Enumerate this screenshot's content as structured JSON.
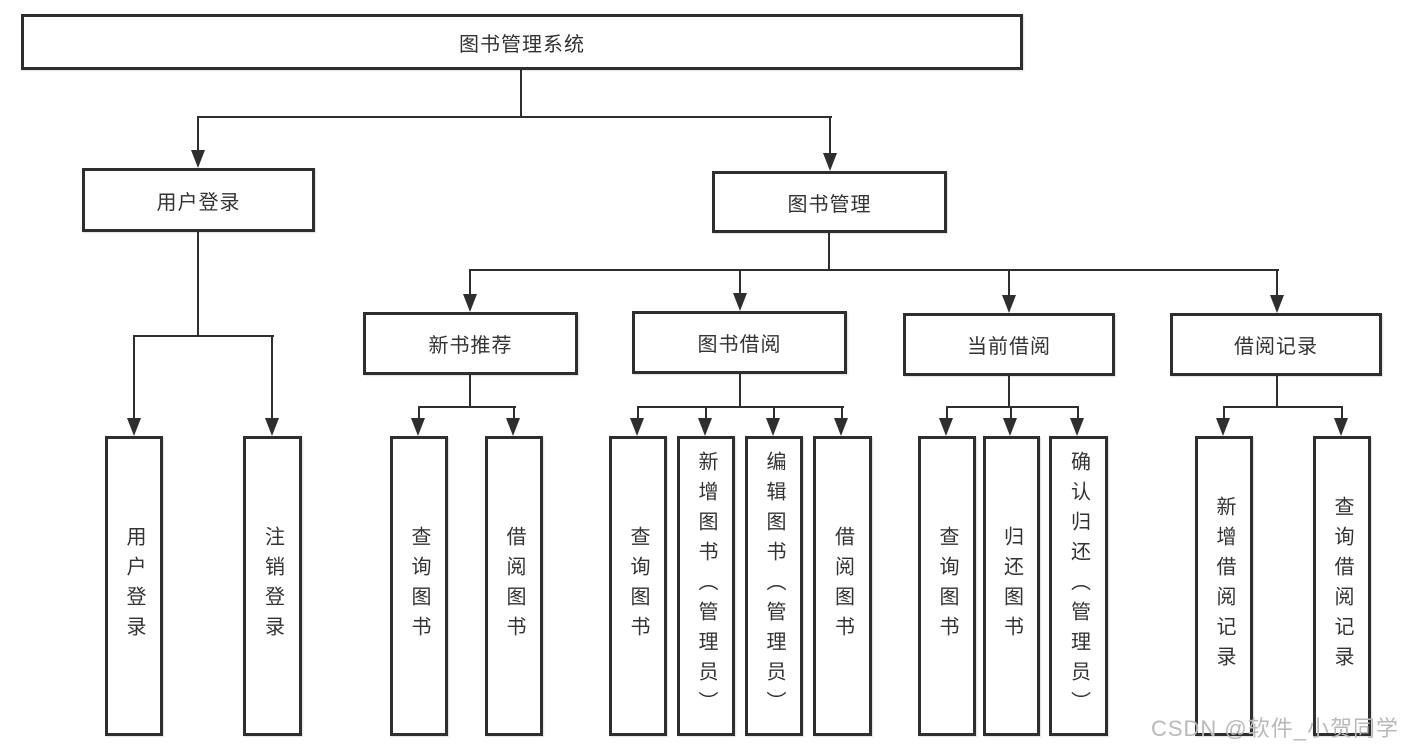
{
  "title": "图书管理系统",
  "nodes": {
    "root": "图书管理系统",
    "level2": {
      "user_login": "用户登录",
      "book_management": "图书管理"
    },
    "level3": {
      "new_book_recommend": "新书推荐",
      "book_borrowing": "图书借阅",
      "current_borrowing": "当前借阅",
      "borrowing_records": "借阅记录"
    },
    "leaves": {
      "user_login": "用户登录",
      "logout": "注销登录",
      "recommend_query_books": "查询图书",
      "recommend_borrow_books": "借阅图书",
      "borrowing_query_books": "查询图书",
      "borrowing_add_books_admin": "新增图书（管理员）",
      "borrowing_edit_books_admin": "编辑图书（管理员）",
      "borrowing_borrow_books": "借阅图书",
      "current_query_books": "查询图书",
      "current_return_books": "归还图书",
      "current_confirm_return_admin": "确认归还（管理员）",
      "records_add_record": "新增借阅记录",
      "records_query_record": "查询借阅记录"
    }
  },
  "hierarchy": [
    {
      "parent": "图书管理系统",
      "children": [
        "用户登录",
        "图书管理"
      ]
    },
    {
      "parent": "用户登录",
      "children": [
        "用户登录",
        "注销登录"
      ]
    },
    {
      "parent": "图书管理",
      "children": [
        "新书推荐",
        "图书借阅",
        "当前借阅",
        "借阅记录"
      ]
    },
    {
      "parent": "新书推荐",
      "children": [
        "查询图书",
        "借阅图书"
      ]
    },
    {
      "parent": "图书借阅",
      "children": [
        "查询图书",
        "新增图书（管理员）",
        "编辑图书（管理员）",
        "借阅图书"
      ]
    },
    {
      "parent": "当前借阅",
      "children": [
        "查询图书",
        "归还图书",
        "确认归还（管理员）"
      ]
    },
    {
      "parent": "借阅记录",
      "children": [
        "新增借阅记录",
        "查询借阅记录"
      ]
    }
  ],
  "watermark": "CSDN @软件_小贺同学",
  "colors": {
    "line": "#2e2e2e",
    "text": "#333333",
    "background": "#ffffff",
    "watermark": "#b9b9b9"
  }
}
